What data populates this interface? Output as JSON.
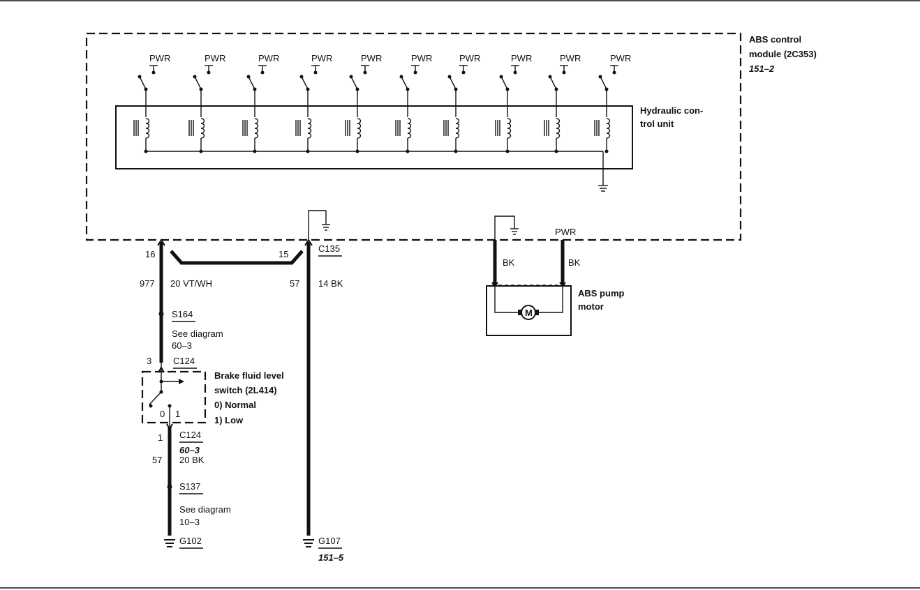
{
  "module": {
    "title_line1": "ABS control",
    "title_line2": "module (2C353)",
    "ref": "151–2",
    "pwr_label": "PWR"
  },
  "hcu": {
    "title_line1": "Hydraulic con-",
    "title_line2": "trol unit"
  },
  "connector_c135": {
    "name": "C135",
    "pin_left": "16",
    "pin_right": "15"
  },
  "wire_left": {
    "circuit": "977",
    "gauge_color": "20 VT/WH"
  },
  "wire_right": {
    "circuit": "57",
    "gauge_color": "14 BK"
  },
  "splice_s164": {
    "name": "S164",
    "note_line1": "See diagram",
    "note_line2": "60–3"
  },
  "connector_c124_top": {
    "pin": "3",
    "name": "C124"
  },
  "brake_switch": {
    "title_line1": "Brake fluid level",
    "title_line2": "switch (2L414)",
    "state0": "0)   Normal",
    "state1": "1)   Low",
    "pos0": "0",
    "pos1": "1"
  },
  "connector_c124_bottom": {
    "pin": "1",
    "name": "C124",
    "ref": "60–3"
  },
  "wire_lower": {
    "circuit": "57",
    "gauge_color": "20 BK"
  },
  "splice_s137": {
    "name": "S137",
    "note_line1": "See diagram",
    "note_line2": "10–3"
  },
  "ground_g102": {
    "name": "G102"
  },
  "ground_g107": {
    "name": "G107",
    "ref": "151–5"
  },
  "pump": {
    "pwr_label": "PWR",
    "wire_left_color": "BK",
    "wire_right_color": "BK",
    "title_line1": "ABS pump",
    "title_line2": "motor",
    "motor_symbol": "M"
  }
}
